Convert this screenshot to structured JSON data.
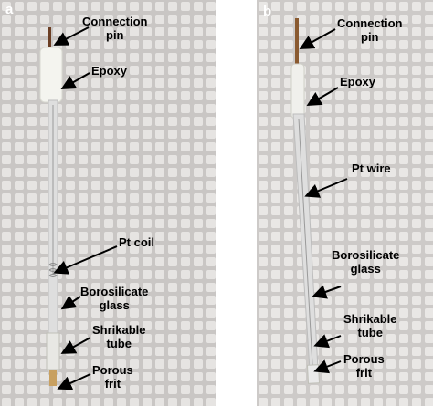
{
  "panel_a": {
    "letter": "a",
    "labels": {
      "connection_pin": "Connection\npin",
      "epoxy": "Epoxy",
      "pt_coil": "Pt coil",
      "borosilicate_glass": "Borosilicate\nglass",
      "shrinkable_tube": "Shrikable\ntube",
      "porous_frit": "Porous\nfrit"
    }
  },
  "panel_b": {
    "letter": "b",
    "labels": {
      "connection_pin": "Connection\npin",
      "epoxy": "Epoxy",
      "pt_wire": "Pt wire",
      "borosilicate_glass": "Borosilicate\nglass",
      "shrinkable_tube": "Shrikable\ntube",
      "porous_frit": "Porous\nfrit"
    }
  },
  "colors": {
    "background_grid": "#c9c6c4",
    "grid_cells": "#e6e4e2",
    "glass": "#dcdcdc",
    "epoxy": "#f2f2ee",
    "pin": "#6b3e24",
    "frit": "#c8a060"
  }
}
